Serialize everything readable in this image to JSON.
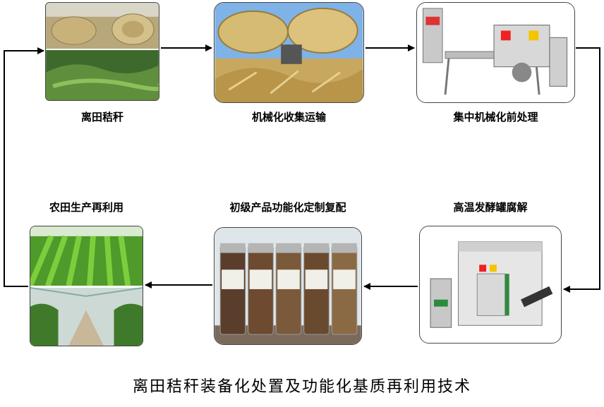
{
  "steps": [
    {
      "id": "field-straw",
      "label": "离田秸秆"
    },
    {
      "id": "transport",
      "label": "机械化收集运输"
    },
    {
      "id": "pretreatment",
      "label": "集中机械化前处理"
    },
    {
      "id": "fermentation",
      "label": "高温发酵罐腐解"
    },
    {
      "id": "products",
      "label": "初级产品功能化定制复配"
    },
    {
      "id": "reuse",
      "label": "农田生产再利用"
    }
  ],
  "caption": "离田秸秆装备化处置及功能化基质再利用技术",
  "colors": {
    "arrow": "#000000",
    "panel_border": "#444444"
  }
}
